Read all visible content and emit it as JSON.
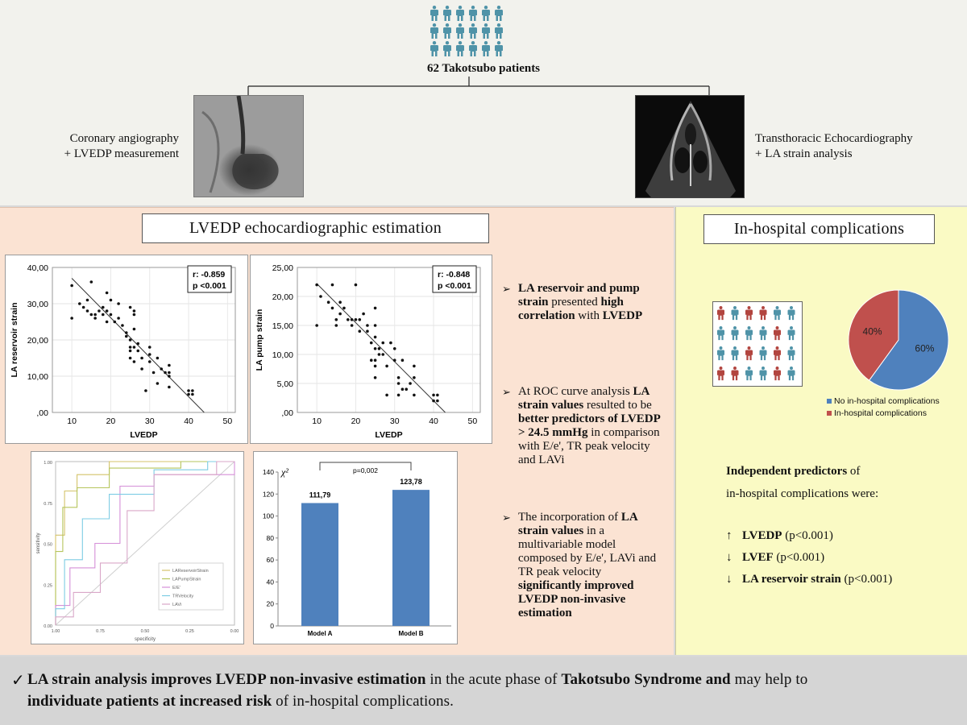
{
  "header": {
    "patients_label": "62 Takotsubo patients",
    "left_method": [
      "Coronary angiography",
      "+ LVEDP measurement"
    ],
    "right_method": [
      "Transthoracic Echocardiography",
      "+  LA strain analysis"
    ]
  },
  "estimation": {
    "title": "LVEDP echocardiographic estimation",
    "bullets": [
      {
        "segments": [
          {
            "t": "LA reservoir and pump ",
            "b": true
          },
          {
            "t": "strain",
            "b": true
          },
          {
            "t": " presented ",
            "b": false
          },
          {
            "t": "high correlation",
            "b": true
          },
          {
            "t": " with ",
            "b": false
          },
          {
            "t": "LVEDP",
            "b": true
          }
        ]
      },
      {
        "segments": [
          {
            "t": "At ROC curve analysis ",
            "b": false
          },
          {
            "t": "LA strain values",
            "b": true
          },
          {
            "t": "  resulted to be ",
            "b": false
          },
          {
            "t": "better predictors of LVEDP > 24.5 mmHg",
            "b": true
          },
          {
            "t": " in comparison with E/e', TR peak velocity and LAVi",
            "b": false
          }
        ]
      },
      {
        "segments": [
          {
            "t": "The incorporation of ",
            "b": false
          },
          {
            "t": "LA strain values",
            "b": true
          },
          {
            "t": "  in a multivariable model composed by E/e', LAVi and TR peak velocity ",
            "b": false
          },
          {
            "t": "significantly  improved LVEDP non-invasive estimation",
            "b": true
          }
        ]
      }
    ]
  },
  "complications": {
    "title": "In-hospital complications",
    "predictors_title": "Independent predictors",
    "predictors_title_rest": " of",
    "predictors_line2": "in-hospital complications were:",
    "predictors": [
      {
        "arrow": "↑",
        "name": "LVEDP",
        "p": "(p<0.001)"
      },
      {
        "arrow": "↓",
        "name": "LVEF",
        "p": "(p<0.001)"
      },
      {
        "arrow": "↓",
        "name": "LA reservoir strain",
        "p": " (p<0.001)"
      }
    ]
  },
  "conclusion": {
    "line1": [
      {
        "t": "LA strain analysis improves LVEDP non-invasive estimation",
        "b": true
      },
      {
        "t": " in the acute phase of ",
        "b": false
      },
      {
        "t": "Takotsubo Syndrome",
        "b": true
      },
      {
        "t": " and ",
        "b": true
      },
      {
        "t": "may help to",
        "b": false
      }
    ],
    "line2": [
      {
        "t": "individuate patients at increased risk",
        "b": true
      },
      {
        "t": " of in-hospital  complications.",
        "b": false
      }
    ]
  },
  "colors": {
    "blue": "#4f81bd",
    "red": "#c0504d",
    "teal": "#4f93a8",
    "icon_red": "#b2453f"
  },
  "chart_data": [
    {
      "type": "scatter",
      "xlabel": "LVEDP",
      "ylabel": "LA reservoir strain",
      "xlim": [
        5,
        52
      ],
      "ylim": [
        0,
        40
      ],
      "xticks": [
        "10",
        "20",
        "30",
        "40",
        "50"
      ],
      "yticks": [
        ",00",
        "10,00",
        "20,00",
        "30,00",
        "40,00"
      ],
      "annotation": [
        "r: -0.859",
        "p <0.001"
      ],
      "fit_line": [
        [
          10,
          37
        ],
        [
          44,
          0
        ]
      ],
      "points": [
        [
          10,
          35
        ],
        [
          10,
          26
        ],
        [
          12,
          30
        ],
        [
          13,
          29
        ],
        [
          14,
          31
        ],
        [
          14,
          28
        ],
        [
          15,
          36
        ],
        [
          15,
          27
        ],
        [
          16,
          26
        ],
        [
          16,
          27
        ],
        [
          17,
          28
        ],
        [
          18,
          29
        ],
        [
          18,
          27
        ],
        [
          19,
          28
        ],
        [
          19,
          25
        ],
        [
          19,
          33
        ],
        [
          20,
          31
        ],
        [
          20,
          27
        ],
        [
          21,
          25
        ],
        [
          22,
          26
        ],
        [
          22,
          30
        ],
        [
          23,
          24
        ],
        [
          24,
          21
        ],
        [
          24,
          22
        ],
        [
          25,
          20
        ],
        [
          25,
          18
        ],
        [
          25,
          17
        ],
        [
          25,
          15
        ],
        [
          25,
          29
        ],
        [
          26,
          18
        ],
        [
          26,
          28
        ],
        [
          26,
          27
        ],
        [
          26,
          23
        ],
        [
          26,
          14
        ],
        [
          27,
          17
        ],
        [
          27,
          19
        ],
        [
          28,
          15
        ],
        [
          28,
          12
        ],
        [
          29,
          6
        ],
        [
          30,
          18
        ],
        [
          30,
          16
        ],
        [
          30,
          14
        ],
        [
          31,
          11
        ],
        [
          32,
          15
        ],
        [
          32,
          8
        ],
        [
          33,
          12
        ],
        [
          34,
          11
        ],
        [
          35,
          13
        ],
        [
          35,
          11
        ],
        [
          35,
          10
        ],
        [
          35,
          7
        ],
        [
          40,
          6
        ],
        [
          40,
          5
        ],
        [
          41,
          6
        ],
        [
          41,
          5
        ]
      ]
    },
    {
      "type": "scatter",
      "xlabel": "LVEDP",
      "ylabel": "LA pump strain",
      "xlim": [
        5,
        52
      ],
      "ylim": [
        0,
        25
      ],
      "xticks": [
        "10",
        "20",
        "30",
        "40",
        "50"
      ],
      "yticks": [
        ",00",
        "5,00",
        "10,00",
        "15,00",
        "20,00",
        "25,00"
      ],
      "annotation": [
        "r: -0.848",
        "p <0.001"
      ],
      "fit_line": [
        [
          10,
          22.2
        ],
        [
          43,
          0
        ]
      ],
      "points": [
        [
          10,
          22
        ],
        [
          10,
          15
        ],
        [
          11,
          20
        ],
        [
          13,
          19
        ],
        [
          14,
          22
        ],
        [
          14,
          18
        ],
        [
          15,
          16
        ],
        [
          15,
          15
        ],
        [
          16,
          17
        ],
        [
          16,
          19
        ],
        [
          17,
          18
        ],
        [
          18,
          16
        ],
        [
          19,
          15
        ],
        [
          19,
          16
        ],
        [
          20,
          16
        ],
        [
          20,
          22
        ],
        [
          21,
          16
        ],
        [
          21,
          14
        ],
        [
          22,
          17
        ],
        [
          23,
          15
        ],
        [
          23,
          14
        ],
        [
          24,
          12
        ],
        [
          24,
          9
        ],
        [
          25,
          18
        ],
        [
          25,
          15
        ],
        [
          25,
          13
        ],
        [
          25,
          11
        ],
        [
          25,
          9
        ],
        [
          25,
          8
        ],
        [
          25,
          6
        ],
        [
          26,
          11
        ],
        [
          26,
          10
        ],
        [
          27,
          10
        ],
        [
          27,
          12
        ],
        [
          28,
          3
        ],
        [
          28,
          8
        ],
        [
          29,
          12
        ],
        [
          30,
          9
        ],
        [
          30,
          11
        ],
        [
          31,
          6
        ],
        [
          31,
          5
        ],
        [
          31,
          3
        ],
        [
          32,
          4
        ],
        [
          32,
          9
        ],
        [
          33,
          4
        ],
        [
          34,
          5
        ],
        [
          35,
          6
        ],
        [
          35,
          3
        ],
        [
          35,
          8
        ],
        [
          40,
          3
        ],
        [
          40,
          2
        ],
        [
          41,
          3
        ],
        [
          41,
          2
        ]
      ]
    },
    {
      "type": "line",
      "xlabel": "specificity",
      "ylabel": "sensitivity",
      "xticks": [
        "1.00",
        "0.75",
        "0.50",
        "0.25",
        "0.00"
      ],
      "yticks": [
        "0.00",
        "0.25",
        "0.50",
        "0.75",
        "1.00"
      ],
      "legend": "bottom-right",
      "series": [
        {
          "name": "LAReservoirStrain",
          "color": "#d4c36a",
          "points": [
            [
              0,
              0
            ],
            [
              0,
              0.55
            ],
            [
              0.05,
              0.55
            ],
            [
              0.05,
              0.82
            ],
            [
              0.12,
              0.82
            ],
            [
              0.12,
              0.92
            ],
            [
              0.3,
              0.92
            ],
            [
              0.3,
              1
            ],
            [
              1,
              1
            ]
          ]
        },
        {
          "name": "LAPumpStrain",
          "color": "#b6c55d",
          "points": [
            [
              0,
              0
            ],
            [
              0,
              0.45
            ],
            [
              0.04,
              0.45
            ],
            [
              0.04,
              0.72
            ],
            [
              0.12,
              0.72
            ],
            [
              0.12,
              0.84
            ],
            [
              0.3,
              0.84
            ],
            [
              0.3,
              0.96
            ],
            [
              0.7,
              0.96
            ],
            [
              0.7,
              1
            ],
            [
              1,
              1
            ]
          ]
        },
        {
          "name": "E/E'",
          "color": "#d58fd8",
          "points": [
            [
              0,
              0
            ],
            [
              0,
              0.12
            ],
            [
              0.08,
              0.12
            ],
            [
              0.08,
              0.35
            ],
            [
              0.22,
              0.35
            ],
            [
              0.22,
              0.5
            ],
            [
              0.36,
              0.5
            ],
            [
              0.36,
              0.85
            ],
            [
              0.55,
              0.85
            ],
            [
              0.55,
              0.92
            ],
            [
              1,
              0.92
            ],
            [
              1,
              1
            ]
          ]
        },
        {
          "name": "TRVelocity",
          "color": "#7ccce4",
          "points": [
            [
              0,
              0
            ],
            [
              0,
              0.1
            ],
            [
              0.05,
              0.1
            ],
            [
              0.05,
              0.4
            ],
            [
              0.15,
              0.4
            ],
            [
              0.15,
              0.65
            ],
            [
              0.3,
              0.65
            ],
            [
              0.3,
              0.8
            ],
            [
              0.55,
              0.8
            ],
            [
              0.55,
              0.95
            ],
            [
              0.85,
              0.95
            ],
            [
              0.85,
              1
            ],
            [
              1,
              1
            ]
          ]
        },
        {
          "name": "LAVi",
          "color": "#d9a7c8",
          "points": [
            [
              0,
              0
            ],
            [
              0,
              0.05
            ],
            [
              0.1,
              0.05
            ],
            [
              0.1,
              0.2
            ],
            [
              0.25,
              0.2
            ],
            [
              0.25,
              0.38
            ],
            [
              0.4,
              0.38
            ],
            [
              0.4,
              0.7
            ],
            [
              0.55,
              0.7
            ],
            [
              0.55,
              0.92
            ],
            [
              0.9,
              0.92
            ],
            [
              0.9,
              1
            ],
            [
              1,
              1
            ]
          ]
        }
      ]
    },
    {
      "type": "bar",
      "ylabel": "χ²",
      "categories": [
        "Model A",
        "Model B"
      ],
      "values": [
        111.79,
        123.78
      ],
      "value_labels": [
        "111,79",
        "123,78"
      ],
      "ylim": [
        0,
        140
      ],
      "yticks": [
        "0",
        "20",
        "40",
        "60",
        "80",
        "100",
        "120",
        "140"
      ],
      "annotation": "p=0,002"
    },
    {
      "type": "pie",
      "slices": [
        {
          "label": "No in-hospital complications",
          "value": 60,
          "text": "60%",
          "color": "#4f81bd"
        },
        {
          "label": "In-hospital complications",
          "value": 40,
          "text": "40%",
          "color": "#c0504d"
        }
      ]
    }
  ]
}
